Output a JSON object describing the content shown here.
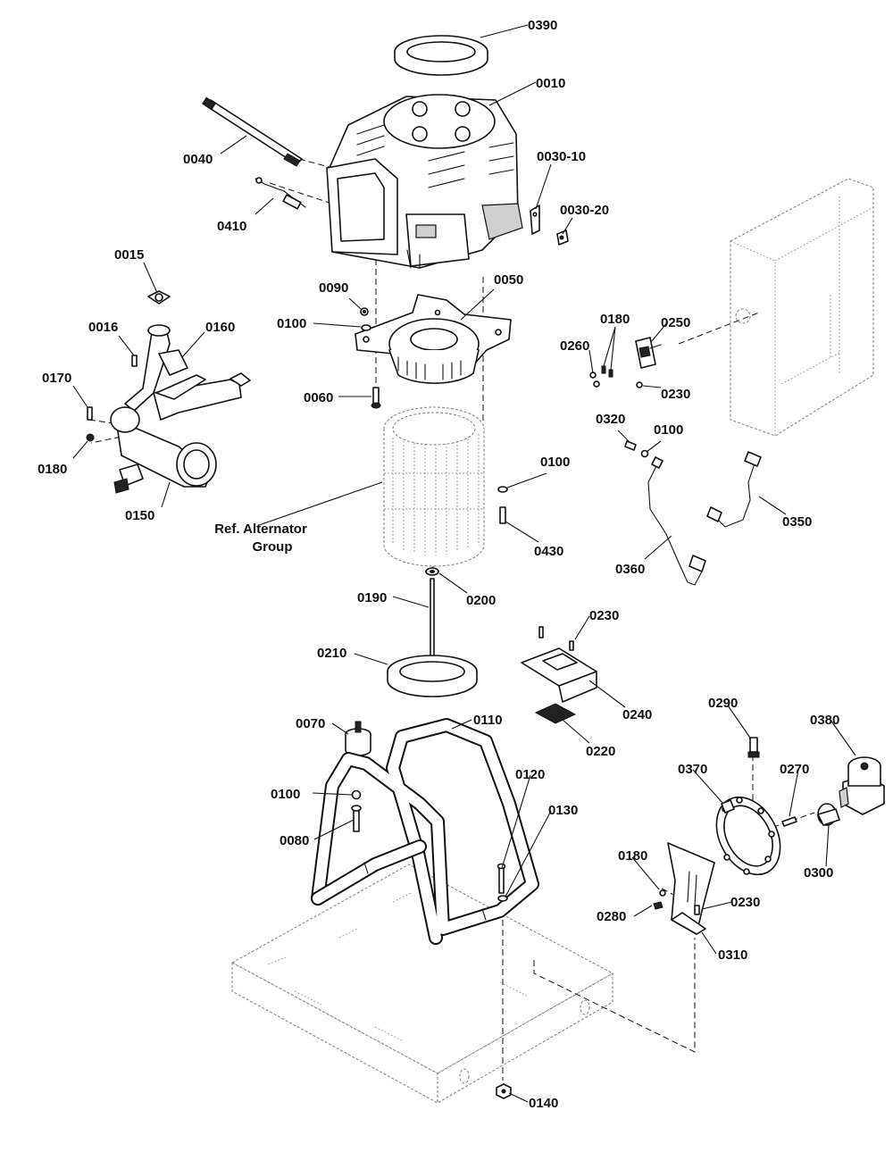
{
  "callouts": [
    {
      "id": "0390"
    },
    {
      "id": "0010"
    },
    {
      "id": "0040"
    },
    {
      "id": "0410"
    },
    {
      "id": "0030-10"
    },
    {
      "id": "0030-20"
    },
    {
      "id": "0015"
    },
    {
      "id": "0090"
    },
    {
      "id": "0050"
    },
    {
      "id": "0016"
    },
    {
      "id": "0160"
    },
    {
      "id": "0100"
    },
    {
      "id": "0180"
    },
    {
      "id": "0250"
    },
    {
      "id": "0170"
    },
    {
      "id": "0260"
    },
    {
      "id": "0060"
    },
    {
      "id": "0230"
    },
    {
      "id": "0180"
    },
    {
      "id": "0320"
    },
    {
      "id": "0100"
    },
    {
      "id": "0150"
    },
    {
      "id": "0100"
    },
    {
      "id": "0350"
    },
    {
      "id": "0430"
    },
    {
      "id": "0360"
    },
    {
      "id": "0190"
    },
    {
      "id": "0200"
    },
    {
      "id": "0230"
    },
    {
      "id": "0210"
    },
    {
      "id": "0240"
    },
    {
      "id": "0220"
    },
    {
      "id": "0070"
    },
    {
      "id": "0110"
    },
    {
      "id": "0290"
    },
    {
      "id": "0380"
    },
    {
      "id": "0120"
    },
    {
      "id": "0370"
    },
    {
      "id": "0270"
    },
    {
      "id": "0100"
    },
    {
      "id": "0130"
    },
    {
      "id": "0080"
    },
    {
      "id": "0300"
    },
    {
      "id": "0180"
    },
    {
      "id": "0230"
    },
    {
      "id": "0280"
    },
    {
      "id": "0310"
    },
    {
      "id": "0140"
    }
  ],
  "reference_label": {
    "line1": "Ref. Alternator",
    "line2": "Group"
  }
}
